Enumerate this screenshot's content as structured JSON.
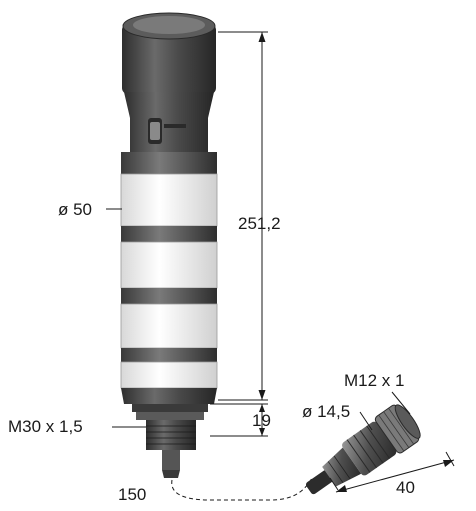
{
  "drawing": {
    "dimensions": {
      "diameter_body": "ø 50",
      "overall_height": "251,2",
      "thread": "M30 x 1,5",
      "thread_length": "19",
      "cable_length": "150",
      "connector_thread": "M12 x 1",
      "connector_diameter": "ø 14,5",
      "connector_length": "40"
    },
    "colors": {
      "housing_dark": "#3d3d3d",
      "housing_mid": "#5a5a5a",
      "housing_light": "#8a8a8a",
      "lens_white": "#f2f2f2",
      "line": "#1a1a1a"
    }
  }
}
